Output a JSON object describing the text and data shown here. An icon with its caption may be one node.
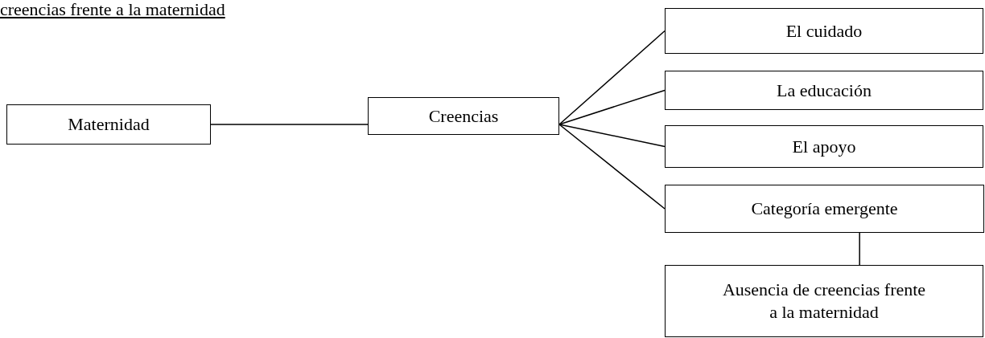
{
  "diagram": {
    "title": "creencias frente a la maternidad",
    "nodes": [
      {
        "text": [
          "Maternidad"
        ]
      },
      {
        "text": [
          "Creencias"
        ]
      },
      {
        "text": [
          "El cuidado"
        ]
      },
      {
        "text": [
          "La educación"
        ]
      },
      {
        "text": [
          "El apoyo"
        ]
      },
      {
        "text": [
          "Categoría emergente"
        ]
      },
      {
        "text": [
          "Ausencia de creencias frente a la maternidad"
        ]
      }
    ],
    "edges": [
      {
        "from": 0,
        "to": 1,
        "arrow": "none"
      },
      {
        "from": 1,
        "to": 2,
        "arrow": "none"
      },
      {
        "from": 1,
        "to": 3,
        "arrow": "none"
      },
      {
        "from": 1,
        "to": 4,
        "arrow": "none"
      },
      {
        "from": 1,
        "to": 5,
        "arrow": "none"
      },
      {
        "from": 5,
        "to": 6,
        "arrow": "none"
      }
    ]
  }
}
